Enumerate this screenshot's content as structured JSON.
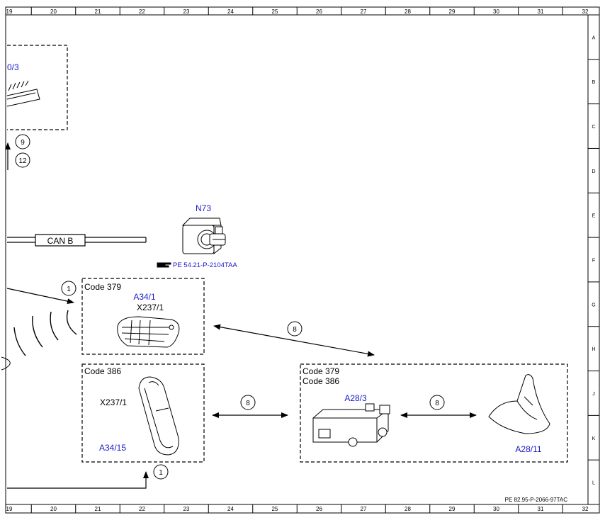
{
  "frame": {
    "columns": [
      "19",
      "20",
      "21",
      "22",
      "23",
      "24",
      "25",
      "26",
      "27",
      "28",
      "29",
      "30",
      "31",
      "32"
    ],
    "rows": [
      "A",
      "B",
      "C",
      "D",
      "E",
      "F",
      "G",
      "H",
      "J",
      "K",
      "L"
    ],
    "footer_ref": "PE 82.95-P-2066-97TAC"
  },
  "colors": {
    "link_blue": "#1a1acc",
    "line": "#000000"
  },
  "components": {
    "top_left_label": "0/3",
    "n73": {
      "label": "N73",
      "ref": "PE 54.21-P-2104TAA",
      "ref_icon": "pointing-hand-icon"
    },
    "can_bus": "CAN B",
    "box_379": {
      "code": "Code 379",
      "part": "A34/1",
      "connector": "X237/1"
    },
    "box_386": {
      "code": "Code 386",
      "connector": "X237/1",
      "part": "A34/15"
    },
    "box_right": {
      "code_a": "Code 379",
      "code_b": "Code 386",
      "module": "A28/3",
      "antenna": "A28/11"
    }
  },
  "callouts": {
    "c9": "9",
    "c12": "12",
    "c1_top": "1",
    "c1_bottom": "1",
    "c8_diag": "8",
    "c8_mid": "8",
    "c8_right": "8"
  }
}
